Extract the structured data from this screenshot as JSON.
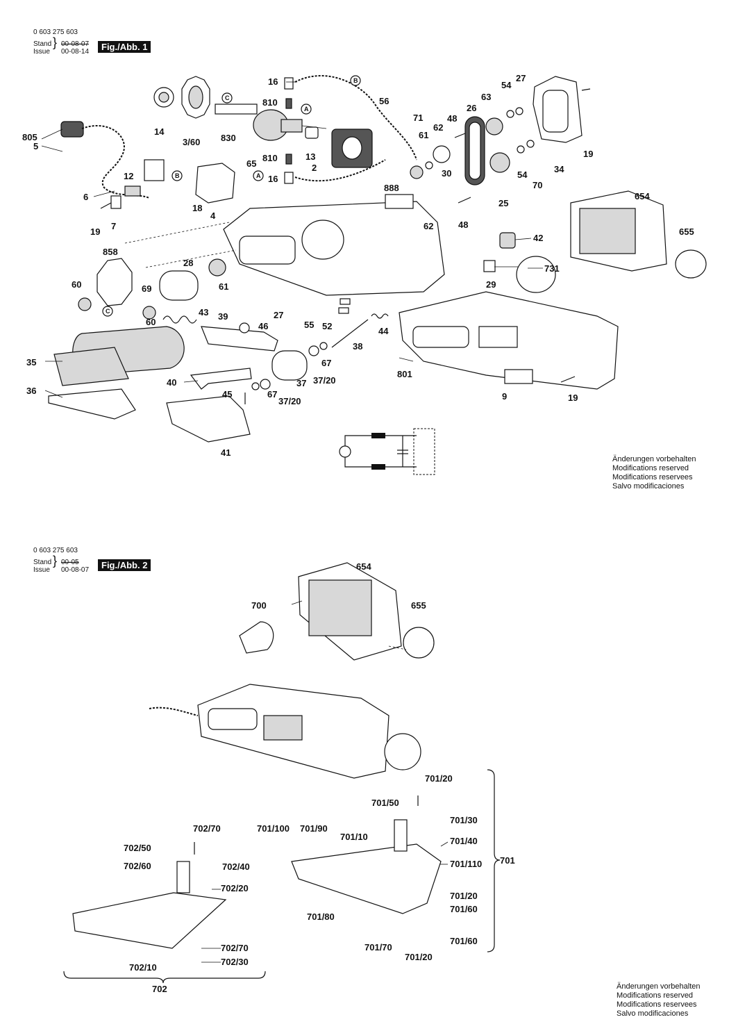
{
  "fig1": {
    "doc_number": "0 603 275 603",
    "stand_label": "Stand",
    "issue_label": "Issue",
    "stand_date_struck": "00-08-07",
    "issue_date": "00-08-14",
    "badge": "Fig./Abb. 1",
    "labels": {
      "p16a": "16",
      "p810a": "810",
      "p830": "830",
      "p14": "14",
      "p360": "3/60",
      "p805": "805",
      "p5": "5",
      "p12": "12",
      "p6": "6",
      "p18": "18",
      "p4": "4",
      "p65": "65",
      "p19a": "19",
      "p7": "7",
      "p13": "13",
      "p2": "2",
      "p810b": "810",
      "p16b": "16",
      "p56": "56",
      "p71": "71",
      "p61a": "61",
      "p62a": "62",
      "p48a": "48",
      "p30": "30",
      "p26": "26",
      "p63": "63",
      "p54a": "54",
      "p27a": "27",
      "p19b": "19",
      "p34": "34",
      "p54b": "54",
      "p70": "70",
      "p25": "25",
      "p888": "888",
      "p62b": "62",
      "p48b": "48",
      "p654": "654",
      "p655": "655",
      "p42": "42",
      "p731": "731",
      "p29": "29",
      "p858": "858",
      "p28": "28",
      "p60a": "60",
      "p69": "69",
      "p61b": "61",
      "p60b": "60",
      "p43": "43",
      "p39": "39",
      "p46": "46",
      "p27b": "27",
      "p55": "55",
      "p52": "52",
      "p44": "44",
      "p38": "38",
      "p35": "35",
      "p36": "36",
      "p40": "40",
      "p45": "45",
      "p67a": "67",
      "p67b": "67",
      "p3720a": "37/20",
      "p37": "37",
      "p3720b": "37/20",
      "p801": "801",
      "p9": "9",
      "p19c": "19",
      "p41": "41",
      "cA1": "A",
      "cB1": "B",
      "cC1": "C",
      "cA2": "A",
      "cB2": "B",
      "cC2": "C"
    },
    "notice": [
      "Änderungen vorbehalten",
      "Modifications reserved",
      "Modifications reservees",
      "Salvo modificaciones"
    ]
  },
  "fig2": {
    "doc_number": "0 603 275 603",
    "stand_label": "Stand",
    "issue_label": "Issue",
    "stand_date_struck": "00-05",
    "issue_date": "00-08-07",
    "badge": "Fig./Abb. 2",
    "labels": {
      "p654": "654",
      "p700": "700",
      "p655": "655",
      "p70120a": "701/20",
      "p70150": "701/50",
      "p70130": "701/30",
      "p702_70a": "702/70",
      "p701100": "701/100",
      "p70190": "701/90",
      "p70110": "701/10",
      "p70140": "701/40",
      "p70250": "702/50",
      "p70240": "702/40",
      "p701110": "701/110",
      "p701": "701",
      "p70260": "702/60",
      "p70220": "702/20",
      "p70120b": "701/20",
      "p70160a": "701/60",
      "p70180": "701/80",
      "p70170": "701/70",
      "p70160b": "701/60",
      "p70120c": "701/20",
      "p702_70b": "702/70",
      "p70210": "702/10",
      "p70230": "702/30",
      "p702": "702"
    },
    "notice": [
      "Änderungen vorbehalten",
      "Modifications reserved",
      "Modifications reservees",
      "Salvo modificaciones"
    ]
  }
}
